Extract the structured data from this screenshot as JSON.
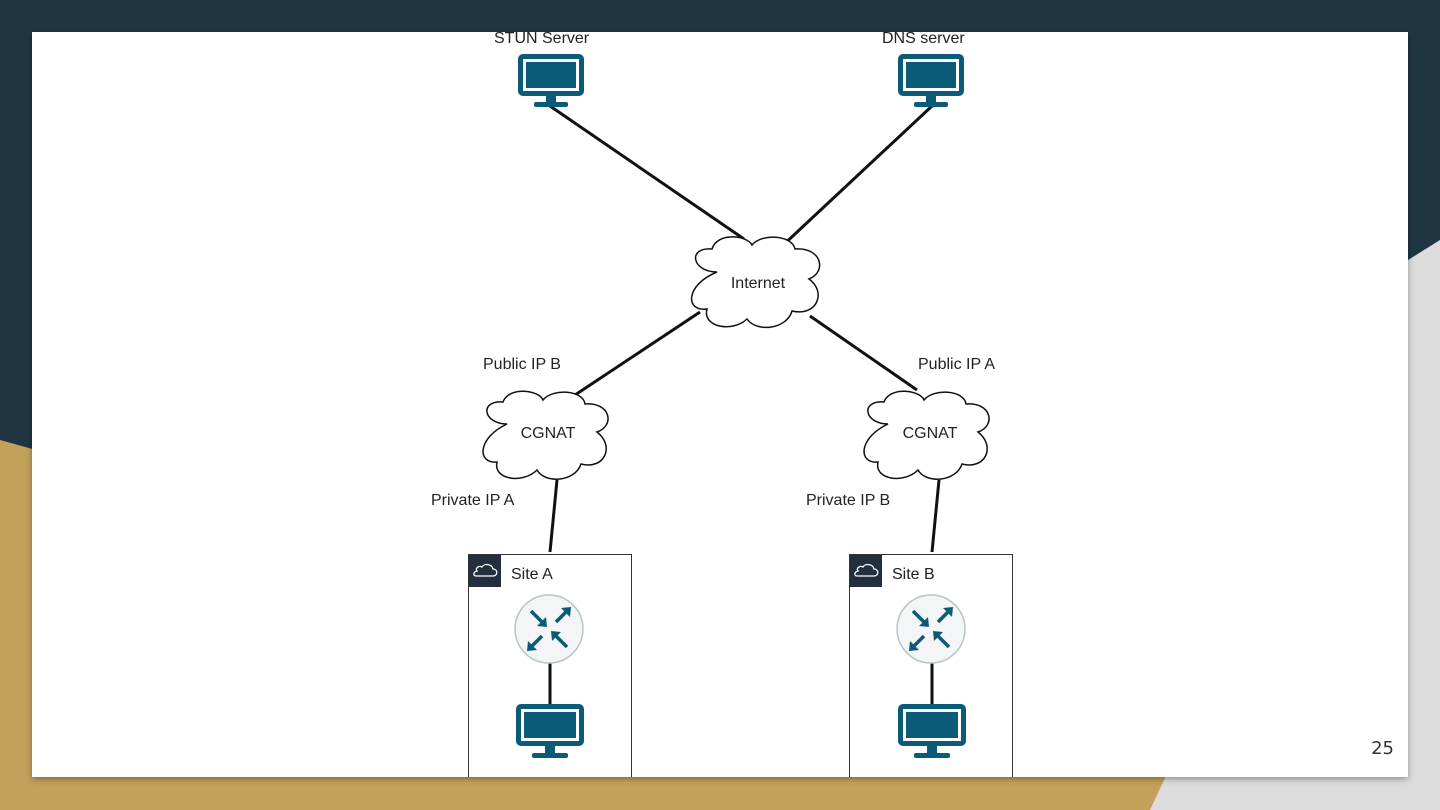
{
  "diagram": {
    "nodes": {
      "stun_server": "STUN Server",
      "dns_server": "DNS server",
      "internet": "Internet",
      "cgnat_left": "CGNAT",
      "cgnat_right": "CGNAT",
      "site_a": "Site A",
      "site_b": "Site B"
    },
    "edge_labels": {
      "public_ip_b": "Public IP B",
      "public_ip_a": "Public IP A",
      "private_ip_a": "Private IP A",
      "private_ip_b": "Private IP B"
    }
  },
  "slide": {
    "page_number": "25"
  },
  "colors": {
    "background": "#203542",
    "accent_tan": "#c4a15a",
    "icon_blue": "#0b5a78",
    "site_header": "#232f3e"
  }
}
